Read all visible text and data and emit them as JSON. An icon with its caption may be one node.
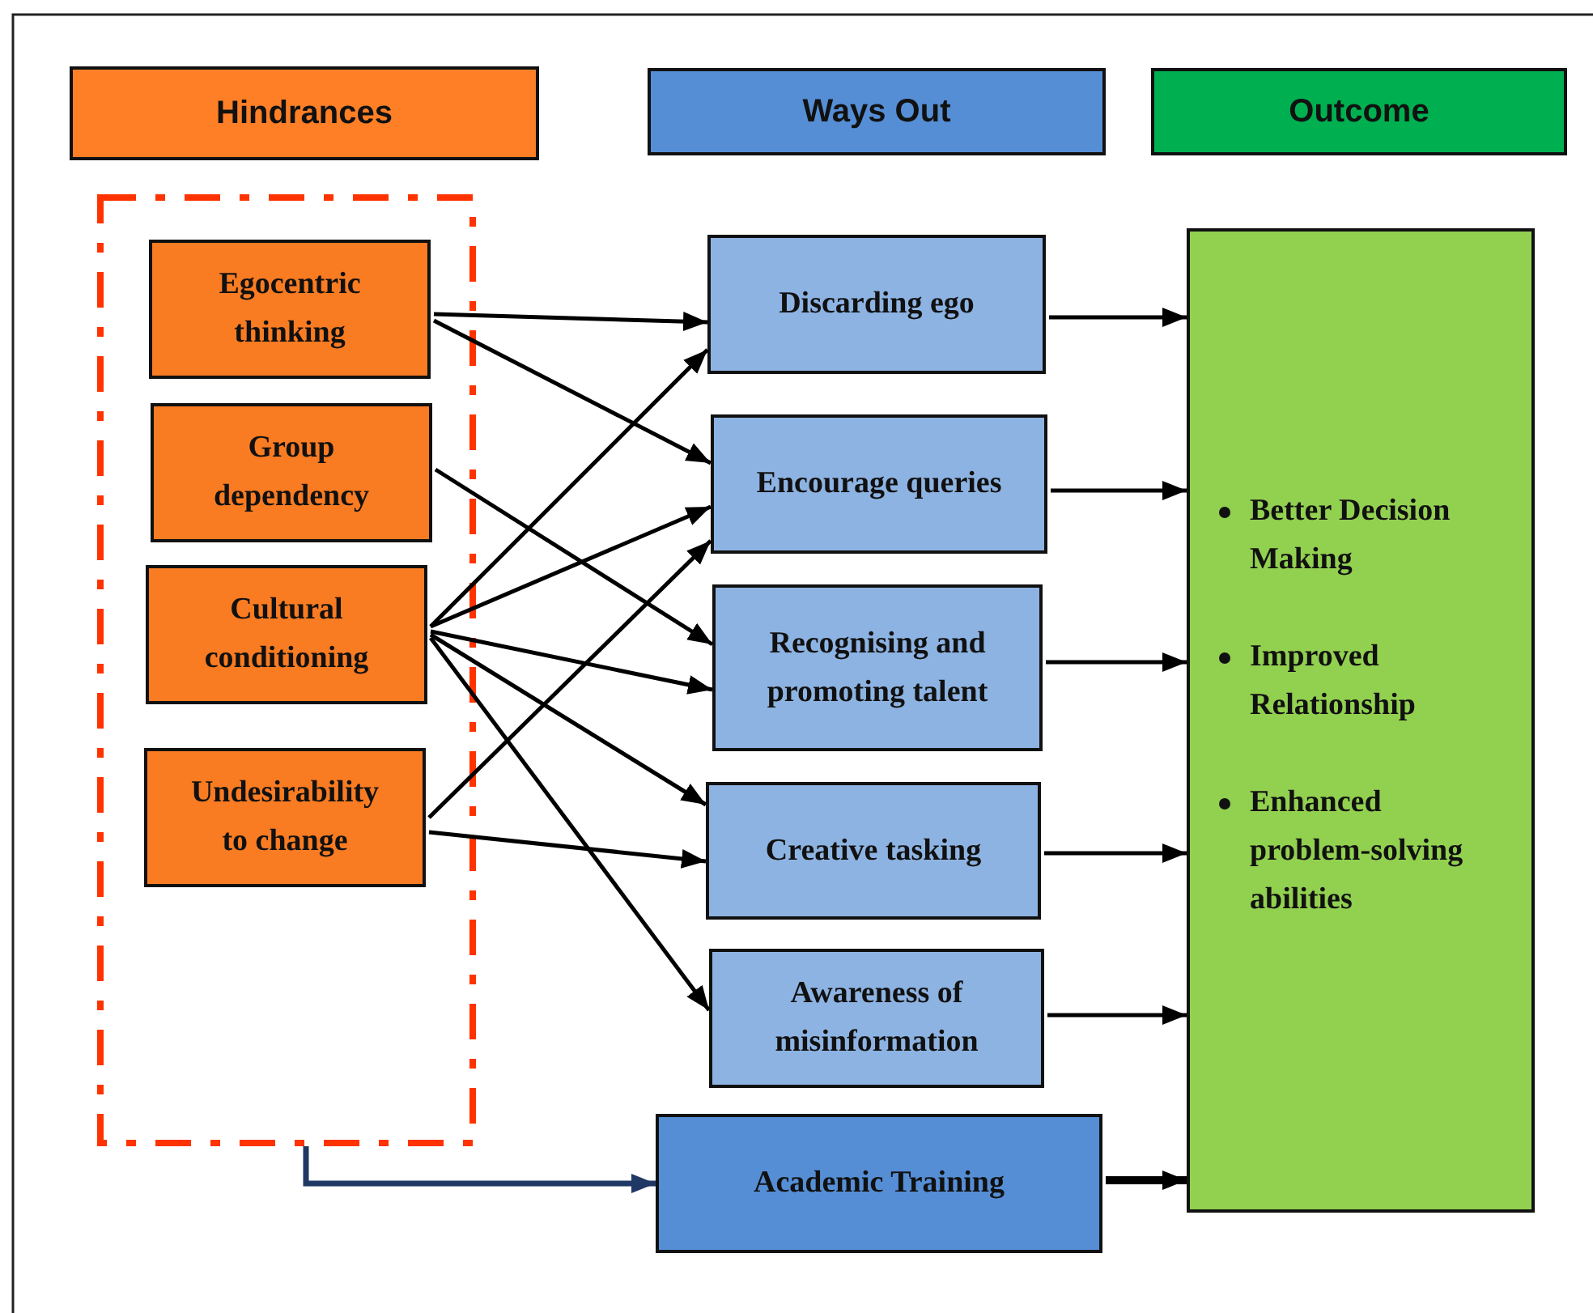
{
  "diagram": {
    "nodes": [
      {
        "text": [
          "Hindrances"
        ]
      },
      {
        "text": [
          "Ways Out"
        ]
      },
      {
        "text": [
          "Outcome"
        ]
      },
      {
        "text": [],
        "shape": "box"
      },
      {
        "text": [
          "Egocentric thinking"
        ],
        "in": 3
      },
      {
        "text": [
          "Group dependency"
        ],
        "in": 3
      },
      {
        "text": [
          "Cultural conditioning"
        ],
        "in": 3
      },
      {
        "text": [
          "Undesirability to change"
        ],
        "in": 3
      },
      {
        "text": [
          "Discarding ego"
        ]
      },
      {
        "text": [
          "Encourage queries"
        ]
      },
      {
        "text": [
          "Recognising and promoting talent"
        ]
      },
      {
        "text": [
          "Creative tasking"
        ]
      },
      {
        "text": [
          "Awareness of misinformation"
        ]
      },
      {
        "text": [
          "Academic Training"
        ]
      },
      {
        "text": [
          "Better Decision Making",
          "Improved Relationship",
          "Enhanced problem-solving abilities"
        ]
      }
    ],
    "edges": [
      {
        "from": 4,
        "to": 8,
        "arrow": "to"
      },
      {
        "from": 4,
        "to": 9,
        "arrow": "to"
      },
      {
        "from": 5,
        "to": 10,
        "arrow": "to"
      },
      {
        "from": 6,
        "to": 8,
        "arrow": "to"
      },
      {
        "from": 6,
        "to": 9,
        "arrow": "to"
      },
      {
        "from": 6,
        "to": 10,
        "arrow": "to"
      },
      {
        "from": 6,
        "to": 11,
        "arrow": "to"
      },
      {
        "from": 6,
        "to": 12,
        "arrow": "to"
      },
      {
        "from": 7,
        "to": 9,
        "arrow": "to"
      },
      {
        "from": 7,
        "to": 11,
        "arrow": "to"
      },
      {
        "from": 8,
        "to": 14,
        "arrow": "to"
      },
      {
        "from": 9,
        "to": 14,
        "arrow": "to"
      },
      {
        "from": 10,
        "to": 14,
        "arrow": "to"
      },
      {
        "from": 11,
        "to": 14,
        "arrow": "to"
      },
      {
        "from": 12,
        "to": 14,
        "arrow": "to"
      },
      {
        "from": 13,
        "to": 14,
        "arrow": "to",
        "style": "thick"
      },
      {
        "from": 3,
        "to": 13,
        "arrow": "to",
        "color": "#203864"
      }
    ]
  }
}
